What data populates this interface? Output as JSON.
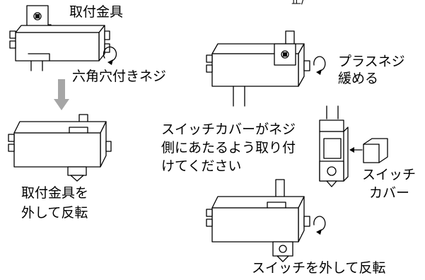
{
  "colors": {
    "line": "#000000",
    "background": "#ffffff",
    "flow_arrow": "#a6a6a6"
  },
  "labels": {
    "bracket": "取付金具",
    "hex_screw": "六角穴付きネジ",
    "remove_flip_bracket_1": "取付金具を",
    "remove_flip_bracket_2": "外して反転",
    "top_fragment": "正/",
    "plus_screw_1": "プラスネジ",
    "plus_screw_2": "緩める",
    "attach_note_1": "スイッチカバーがネジ",
    "attach_note_2": "側にあたるよう取り付",
    "attach_note_3": "けてください",
    "switch_cover_1": "スイッチ",
    "switch_cover_2": "カバー",
    "remove_flip_switch": "スイッチを外して反転"
  },
  "icons": {
    "rotation_arrow": "rotate-cw-icon",
    "flow_arrow": "arrow-down-icon"
  }
}
